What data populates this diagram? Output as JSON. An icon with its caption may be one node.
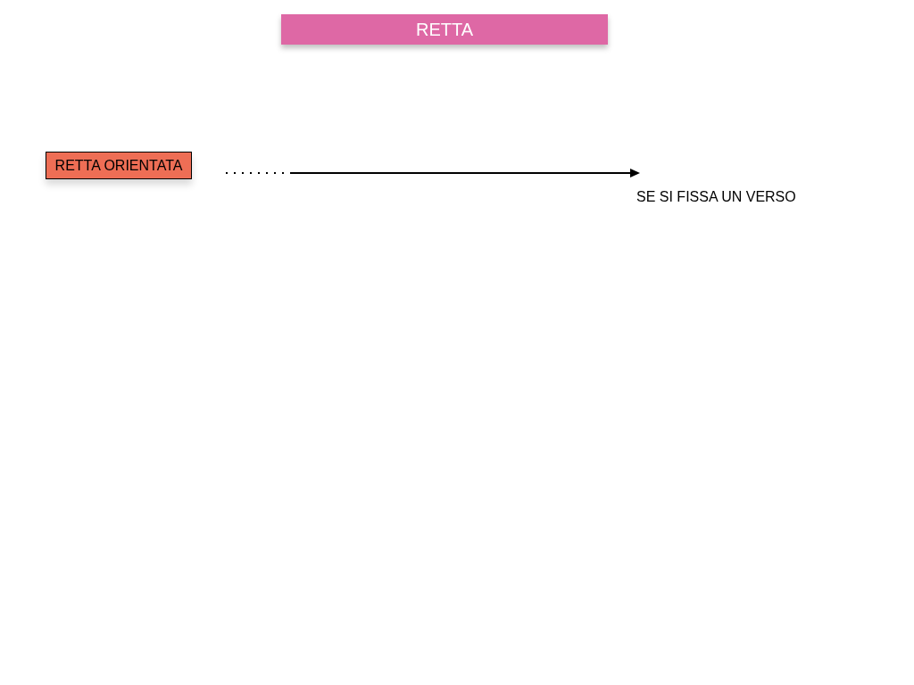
{
  "diagram": {
    "title": "RETTA",
    "nodes": [
      {
        "text": [
          "RETTA ORIENTATA"
        ]
      }
    ],
    "edges": [],
    "labels": [
      "SE SI FISSA UN VERSO"
    ]
  }
}
